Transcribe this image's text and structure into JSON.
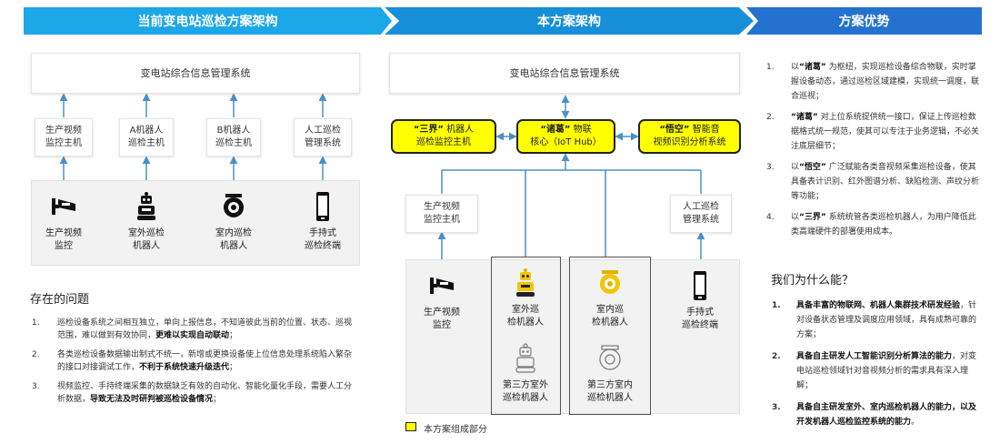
{
  "banners": {
    "current": "当前变电站巡检方案架构",
    "ours": "本方案架构",
    "advantages": "方案优势"
  },
  "colors": {
    "banner1": "#1ba7e8",
    "banner2": "#168fd8",
    "banner3": "#2372d0",
    "arrow": "#4a90c8",
    "highlight": "#ffff00"
  },
  "left": {
    "top_system": "变电站综合信息管理系统",
    "hosts": [
      {
        "l1": "生产视频",
        "l2": "监控主机"
      },
      {
        "l1": "A机器人",
        "l2": "巡检主机"
      },
      {
        "l1": "B机器人",
        "l2": "巡检主机"
      },
      {
        "l1": "人工巡检",
        "l2": "管理系统"
      }
    ],
    "devices": [
      {
        "icon": "cctv-camera-icon",
        "l1": "生产视频",
        "l2": "监控"
      },
      {
        "icon": "outdoor-robot-icon",
        "l1": "室外巡检",
        "l2": "机器人"
      },
      {
        "icon": "indoor-robot-icon",
        "l1": "室内巡检",
        "l2": "机器人"
      },
      {
        "icon": "handheld-terminal-icon",
        "l1": "手持式",
        "l2": "巡检终端"
      }
    ],
    "issues_title": "存在的问题",
    "issues": [
      {
        "n": "1.",
        "text": "巡检设备系统之间相互独立，单向上报信息，不知道彼此当前的位置、状态、巡视范围，难以做到有效协同，",
        "bold": "更难以实现自动联动",
        "tail": "；"
      },
      {
        "n": "2.",
        "text": "各类巡检设备数据输出制式不统一，新增或更换设备使上位信息处理系统陷入繁杂的接口对接调试工作，",
        "bold": "不利于系统快速升级迭代",
        "tail": "；"
      },
      {
        "n": "3.",
        "text": "视频监控、手持终端采集的数据缺乏有效的自动化、智能化量化手段，需要人工分析数据，",
        "bold": "导致无法及时研判被巡检设备情况",
        "tail": "；"
      }
    ]
  },
  "middle": {
    "top_system": "变电站综合信息管理系统",
    "yellow": [
      {
        "q": "“三界”",
        "rest1": "机器人",
        "l2": "巡检监控主机"
      },
      {
        "q": "“诸葛”",
        "rest1": "物联",
        "l2": "核心（IoT Hub）"
      },
      {
        "q": "“悟空”",
        "rest1": "智能音",
        "l2": "视频识别分析系统"
      }
    ],
    "hosts": [
      {
        "l1": "生产视频",
        "l2": "监控主机"
      },
      {
        "l1": "人工巡检",
        "l2": "管理系统"
      }
    ],
    "devices": [
      {
        "icon": "cctv-camera-icon",
        "l1": "生产视频",
        "l2": "监控"
      },
      {
        "icon": "outdoor-robot-icon",
        "l1": "室外巡",
        "l2": "检机器人"
      },
      {
        "icon": "indoor-robot-icon",
        "l1": "室内巡",
        "l2": "检机器人"
      },
      {
        "icon": "handheld-terminal-icon",
        "l1": "手持式",
        "l2": "巡检终端"
      },
      {
        "icon": "third-party-outdoor-robot-icon",
        "l1": "第三方室外",
        "l2": "巡检机器人"
      },
      {
        "icon": "third-party-indoor-robot-icon",
        "l1": "第三方室内",
        "l2": "巡检机器人"
      }
    ],
    "legend": "本方案组成部分"
  },
  "right": {
    "advantages": [
      {
        "n": "1.",
        "pre": "以",
        "q": "“诸葛”",
        "text": "为枢纽，实现巡检设备综合物联，实时掌握设备动态，通过巡检区域建模，实现统一调度，联合巡视；"
      },
      {
        "n": "2.",
        "pre": "",
        "q": "“诸葛”",
        "text": "对上位系统提供统一接口，保证上传巡检数据格式统一规范，使其可以专注于业务逻辑，不必关注底层细节；"
      },
      {
        "n": "3.",
        "pre": "以",
        "q": "“悟空”",
        "text": "广泛赋能各类音视频采集巡检设备，使其具备表计识别、红外图谱分析、缺陷检测、声纹分析等功能；"
      },
      {
        "n": "4.",
        "pre": "以",
        "q": "“三界”",
        "text": "系统统管各类巡检机器人，为用户降低此类高端硬件的部署使用成本。"
      }
    ],
    "why_title": "我们为什么能？",
    "why": [
      {
        "n": "1.",
        "bold": "具备丰富的物联网、机器人集群技术研发经验",
        "text": "，针对设备状态管理及调度应用领域，具有成熟可靠的方案；"
      },
      {
        "n": "2.",
        "bold": "具备自主研发人工智能识别分析算法的能力",
        "text": "，对变电站巡检领域针对音视频分析的需求具有深入理解；"
      },
      {
        "n": "3.",
        "bold": "具备自主研发室外、室内巡检机器人的能力，以及开发机器人巡检监控系统的能力",
        "text": "。"
      }
    ]
  }
}
